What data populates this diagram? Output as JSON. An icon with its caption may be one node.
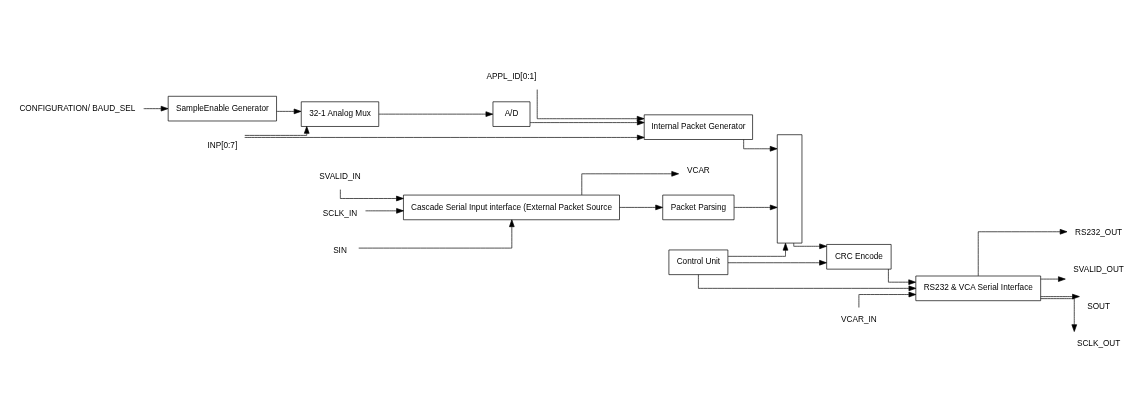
{
  "diagram": {
    "nodes": [
      {
        "text": [
          "CONFIGURATION/ BAUD_SEL"
        ]
      },
      {
        "text": [
          "SampleEnable Generator"
        ]
      },
      {
        "text": [
          "32-1 Analog Mux"
        ]
      },
      {
        "text": [
          "A/D"
        ]
      },
      {
        "text": [
          "Control Unit"
        ]
      },
      {
        "text": [
          "INP[0:7]"
        ]
      },
      {
        "text": [
          "Internal Packet Generator"
        ]
      },
      {
        "text": [
          "APPL_ID[0:1]"
        ]
      },
      {
        "text": [
          "RS232_OUT"
        ]
      },
      {
        "text": [],
        "shape": "box"
      },
      {
        "text": [
          "CRC Encode"
        ]
      },
      {
        "text": [
          "RS232 & VCA Serial Interface"
        ]
      },
      {
        "text": [
          "SCLK_IN"
        ]
      },
      {
        "text": [
          "SIN"
        ]
      },
      {
        "text": [
          "SVALID_IN"
        ]
      },
      {
        "text": [
          "VCAR"
        ]
      },
      {
        "text": [
          "Cascade Serial Input interface (External Packet Source"
        ]
      },
      {
        "text": [
          "Packet Parsing"
        ]
      },
      {
        "text": [
          "SVALID_OUT"
        ]
      },
      {
        "text": [
          "SOUT"
        ]
      },
      {
        "text": [
          "SCLK_OUT"
        ]
      },
      {
        "text": [
          "VCAR_IN"
        ]
      }
    ],
    "edges": [
      {
        "from": 0,
        "to": 1,
        "arrow": "to"
      },
      {
        "from": 1,
        "to": 2,
        "arrow": "to"
      },
      {
        "from": 2,
        "to": 3,
        "arrow": "to"
      },
      {
        "from": 5,
        "to": 2,
        "arrow": "to"
      },
      {
        "from": 5,
        "to": 6,
        "arrow": "to"
      },
      {
        "from": 3,
        "to": 6,
        "arrow": "to"
      },
      {
        "from": 7,
        "to": 6,
        "arrow": "to"
      },
      {
        "from": 6,
        "to": 9,
        "arrow": "to"
      },
      {
        "from": 4,
        "to": 9,
        "arrow": "to"
      },
      {
        "from": 4,
        "to": 10,
        "arrow": "to"
      },
      {
        "from": 4,
        "to": 11,
        "arrow": "to"
      },
      {
        "from": 9,
        "to": 10,
        "arrow": "to"
      },
      {
        "from": 10,
        "to": 11,
        "arrow": "to"
      },
      {
        "from": 11,
        "to": 8,
        "arrow": "to"
      },
      {
        "from": 11,
        "to": 18,
        "arrow": "to"
      },
      {
        "from": 11,
        "to": 19,
        "arrow": "to"
      },
      {
        "from": 11,
        "to": 20,
        "arrow": "to"
      },
      {
        "from": 21,
        "to": 11,
        "arrow": "to"
      },
      {
        "from": 12,
        "to": 16,
        "arrow": "to"
      },
      {
        "from": 13,
        "to": 16,
        "arrow": "to"
      },
      {
        "from": 14,
        "to": 16,
        "arrow": "to"
      },
      {
        "from": 16,
        "to": 15,
        "arrow": "to"
      },
      {
        "from": 16,
        "to": 17,
        "arrow": "to"
      },
      {
        "from": 17,
        "to": 9,
        "arrow": "to"
      }
    ]
  }
}
